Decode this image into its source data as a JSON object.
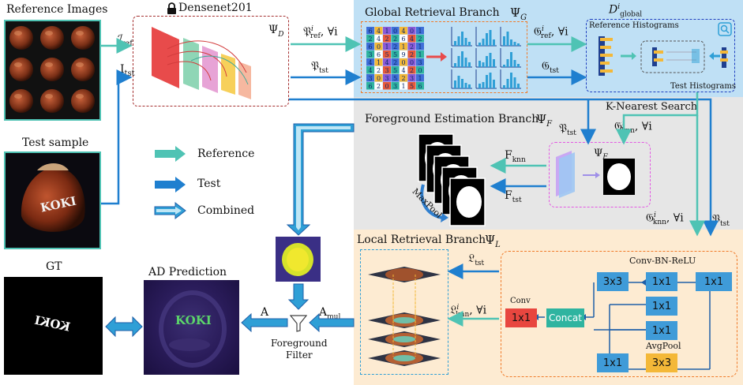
{
  "headings": {
    "reference_images": "Reference Images",
    "test_sample": "Test sample",
    "backbone": "Densenet201",
    "global_branch": "Global Retrieval Branch",
    "foreground_branch": "Foreground Estimation Branch",
    "local_branch": "Local Retrieval Branch",
    "gt": "GT",
    "ad_prediction": "AD Prediction"
  },
  "symbols": {
    "psi_d": "Ψ",
    "psi_d_sub": "D",
    "psi_g": "Ψ",
    "psi_g_sub": "G",
    "psi_f": "Ψ",
    "psi_f_sub": "F",
    "psi_l": "Ψ",
    "psi_l_sub": "L",
    "d_global": "D",
    "d_global_sub": "global",
    "d_global_sup": "i"
  },
  "edge_labels": {
    "i_ref": "ℐ",
    "i_ref_sub": "ref",
    "i_tst": "I",
    "i_tst_sub": "tst",
    "p_ref": "𝔓",
    "p_ref_sup": "i",
    "p_ref_sub": "ref",
    "p_ref_tail": ", ∀i",
    "p_tst": "𝔓",
    "p_tst_sub": "tst",
    "g_ref": "𝔊",
    "g_ref_sup": "i",
    "g_ref_sub": "ref",
    "g_ref_tail": ", ∀i",
    "g_tst": "𝔊",
    "g_tst_sub": "tst",
    "k_nearest": "K-Nearest Search",
    "g_knn": "𝔊",
    "g_knn_sup": "i",
    "g_knn_sub": "knn",
    "g_knn_tail": ", ∀i",
    "f_knn": "F",
    "f_knn_sub": "knn",
    "f_tst": "F",
    "f_tst_sub": "tst",
    "l_tst": "𝔏",
    "l_tst_sub": "tst",
    "l_knn": "𝔏",
    "l_knn_sup": "i",
    "l_knn_sub": "knn",
    "l_knn_tail": ", ∀i",
    "a": "A",
    "a_mul": "A",
    "a_mul_sub": "mul",
    "foreground_filter_1": "Foreground",
    "foreground_filter_2": "Filter",
    "maxpool": "MaxPool"
  },
  "histogram_labels": {
    "reference": "Reference Histograms",
    "test": "Test Histograms"
  },
  "legend": [
    {
      "label": "Reference",
      "color": "#4fc3b4"
    },
    {
      "label": "Test",
      "color": "#1f7fcf"
    },
    {
      "label": "Combined",
      "color": "#2f9fd6"
    }
  ],
  "local_module": {
    "conv_bn_relu": "Conv-BN-ReLU",
    "conv": "Conv",
    "avgpool": "AvgPool",
    "concat": "Concat",
    "conv_1x1": "1x1",
    "b_3x3": "3x3",
    "b_1x1_a": "1x1",
    "b_1x1_in": "1x1",
    "b_1x1_b": "1x1",
    "b_1x1_c": "1x1",
    "b_1x1_d": "1x1",
    "b_3x3_pool": "3x3"
  },
  "sample_text": "KOKI",
  "grid_digits": [
    "6",
    "4",
    "1",
    "0",
    "4",
    "0",
    "1",
    "2",
    "4",
    "2",
    "2",
    "6",
    "4",
    "2",
    "6",
    "0",
    "1",
    "2",
    "1",
    "2",
    "1",
    "3",
    "6",
    "5",
    "5",
    "9",
    "2",
    "1",
    "4",
    "1",
    "4",
    "2",
    "0",
    "0",
    "3",
    "4",
    "2",
    "3",
    "5",
    "4",
    "2",
    "0",
    "3",
    "0",
    "3",
    "5",
    "2",
    "3",
    "1",
    "6",
    "2",
    "0",
    "3",
    "1",
    "5"
  ],
  "colors": {
    "reference_arrow": "#4fc3b4",
    "test_arrow": "#1f7fcf",
    "global_bg": "#bfe0f5",
    "foreground_bg": "#e6e6e6",
    "local_bg": "#fdebd2",
    "densenet_border": "#a53030",
    "orange_border": "#f07b2a",
    "dgrid_border": "#1f3fbf",
    "magenta_border": "#e357e3",
    "block_blue": "#3f9bd8",
    "block_red": "#e8463f",
    "block_teal": "#2fb4a0",
    "block_yellow": "#f4b838"
  }
}
